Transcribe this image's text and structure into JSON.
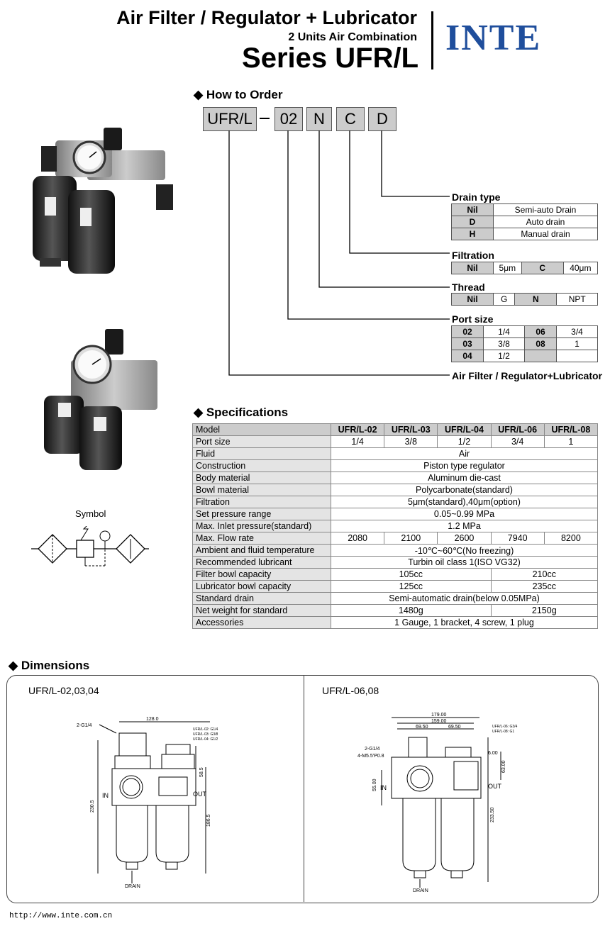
{
  "header": {
    "title": "Air Filter / Regulator + Lubricator",
    "subtitle": "2 Units Air Combination",
    "series": "Series UFR/L",
    "logo": "INTE",
    "brand_color": "#1f4e9c"
  },
  "how_to_order": {
    "heading": "How to Order",
    "code": [
      "UFR/L",
      "02",
      "N",
      "C",
      "D"
    ],
    "drain_type": {
      "title": "Drain type",
      "rows": [
        [
          "Nil",
          "Semi-auto Drain"
        ],
        [
          "D",
          "Auto drain"
        ],
        [
          "H",
          "Manual drain"
        ]
      ]
    },
    "filtration": {
      "title": "Filtration",
      "row": [
        "Nil",
        "5μm",
        "C",
        "40μm"
      ]
    },
    "thread": {
      "title": "Thread",
      "row": [
        "Nil",
        "G",
        "N",
        "NPT"
      ]
    },
    "port_size": {
      "title": "Port size",
      "rows": [
        [
          "02",
          "1/4",
          "06",
          "3/4"
        ],
        [
          "03",
          "3/8",
          "08",
          "1"
        ],
        [
          "04",
          "1/2",
          "",
          ""
        ]
      ]
    },
    "product_label": "Air Filter / Regulator+Lubricator"
  },
  "symbol_label": "Symbol",
  "specifications": {
    "heading": "Specifications",
    "header": [
      "Model",
      "UFR/L-02",
      "UFR/L-03",
      "UFR/L-04",
      "UFR/L-06",
      "UFR/L-08"
    ],
    "port_size": [
      "Port size",
      "1/4",
      "3/8",
      "1/2",
      "3/4",
      "1"
    ],
    "fluid": [
      "Fluid",
      "Air"
    ],
    "construction": [
      "Construction",
      "Piston type regulator"
    ],
    "body_material": [
      "Body material",
      "Aluminum die-cast"
    ],
    "bowl_material": [
      "Bowl material",
      "Polycarbonate(standard)"
    ],
    "filtration": [
      "Filtration",
      "5μm(standard),40μm(option)"
    ],
    "set_pressure": [
      "Set pressure range",
      "0.05~0.99 MPa"
    ],
    "max_inlet": [
      "Max. Inlet pressure(standard)",
      "1.2 MPa"
    ],
    "max_flow": [
      "Max. Flow rate",
      "2080",
      "2100",
      "2600",
      "7940",
      "8200"
    ],
    "ambient": [
      "Ambient and fluid temperature",
      "-10℃~60℃(No freezing)"
    ],
    "lubricant": [
      "Recommended lubricant",
      "Turbin oil class 1(ISO VG32)"
    ],
    "filter_bowl": [
      "Filter bowl capacity",
      "105cc",
      "210cc"
    ],
    "lub_bowl": [
      "Lubricator bowl capacity",
      "125cc",
      "235cc"
    ],
    "std_drain": [
      "Standard drain",
      "Semi-automatic drain(below 0.05MPa)"
    ],
    "net_weight": [
      "Net weight for standard",
      "1480g",
      "2150g"
    ],
    "accessories": [
      "Accessories",
      "1 Gauge, 1 bracket, 4 screw, 1 plug"
    ]
  },
  "dimensions": {
    "heading": "Dimensions",
    "left": {
      "title": "UFR/L-02,03,04",
      "labels": {
        "width": "128.0",
        "port": "2-G1/4",
        "in": "IN",
        "out": "OUT",
        "height": "230.5",
        "lower": "186.5",
        "upper": "58.5",
        "drain": "DRAIN",
        "note1": "UFR/L-02: G1/4",
        "note2": "UFR/L-03: G3/8",
        "note3": "UFR/L-04: G1/2"
      }
    },
    "right": {
      "title": "UFR/L-06,08",
      "labels": {
        "w1": "179.00",
        "w2": "159.00",
        "w3": "69.50",
        "w4": "69.50",
        "port": "2-G1/4",
        "screw": "4-M5.5'P0.8",
        "in": "IN",
        "out": "OUT",
        "h1": "55.00",
        "h2": "63.00",
        "h3": "233.50",
        "d1": "6.00",
        "drain": "DRAIN",
        "note1": "UFR/L-06: G3/4",
        "note2": "UFR/L-08: G1"
      }
    }
  },
  "footer": {
    "url": "http://www.inte.com.cn"
  }
}
